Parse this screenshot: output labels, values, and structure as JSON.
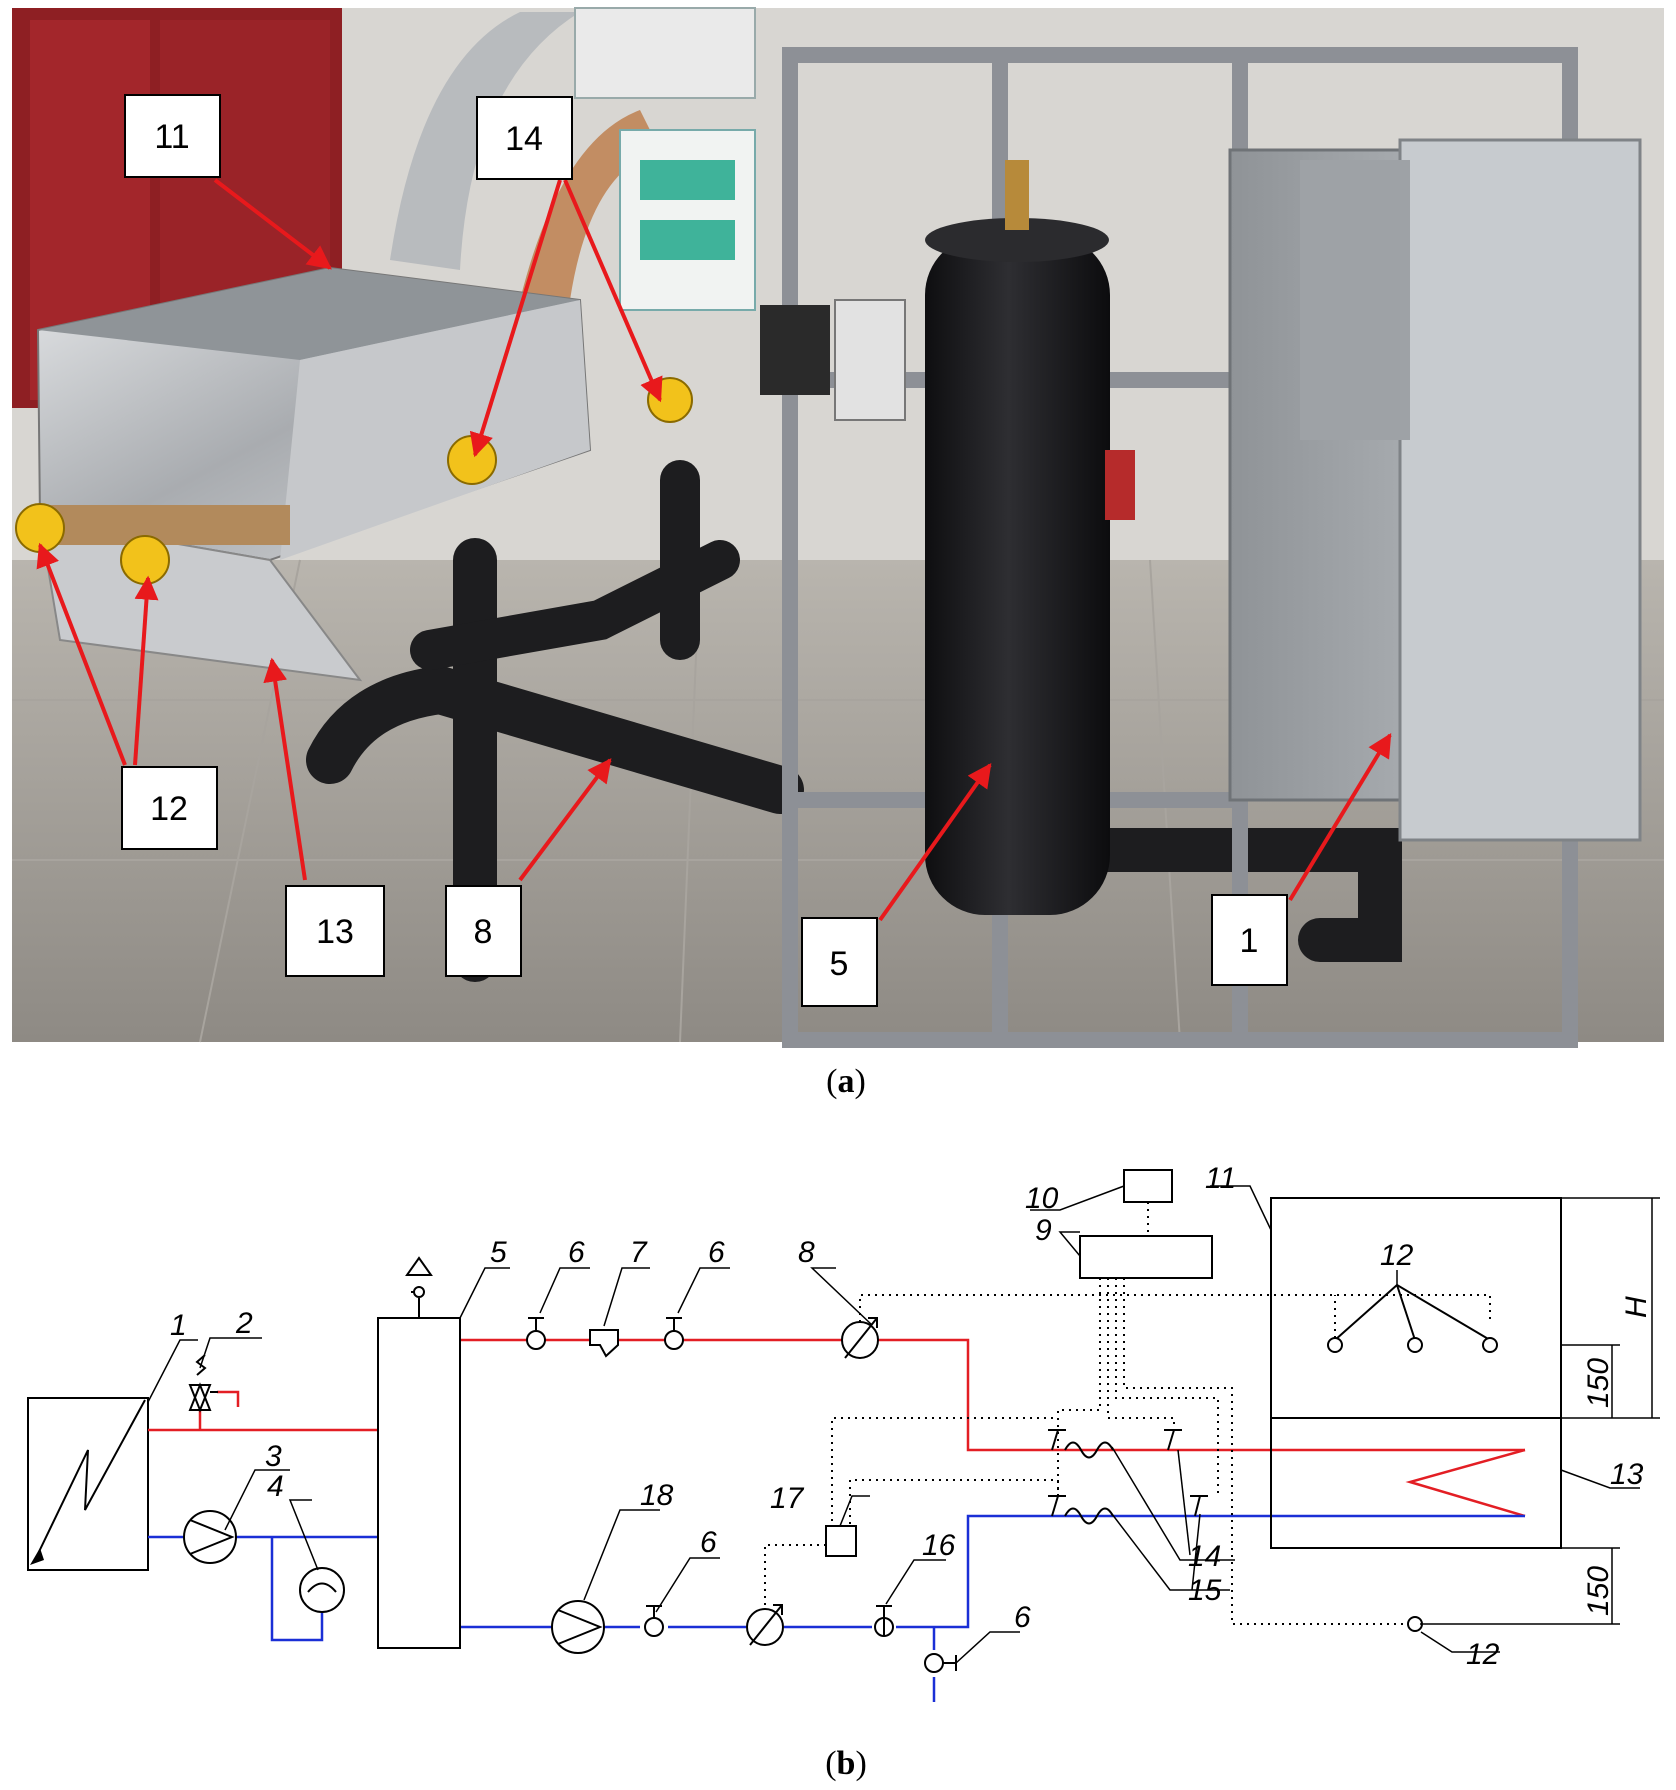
{
  "figure": {
    "panel_a": {
      "caption_open": "(",
      "caption_letter": "a",
      "caption_close": ")",
      "callouts": [
        "11",
        "14",
        "12",
        "13",
        "8",
        "5",
        "1"
      ],
      "colors": {
        "arrow": "#e8191c",
        "label_bg": "#ffffff",
        "floor": "#9a9590",
        "frame": "#8d9096",
        "insulation": "#1d1d1f",
        "foil": "#c9cbce",
        "cabinet": "#9fa3a7",
        "sensor": "#f2c21b"
      }
    },
    "panel_b": {
      "caption_open": "(",
      "caption_letter": "b",
      "caption_close": ")",
      "labels": {
        "l1": "1",
        "l2": "2",
        "l3": "3",
        "l4": "4",
        "l5": "5",
        "l6a": "6",
        "l7": "7",
        "l6b": "6",
        "l8": "8",
        "l9": "9",
        "l10": "10",
        "l11": "11",
        "l12top": "12",
        "l12bot": "12",
        "l13": "13",
        "l14": "14",
        "l15": "15",
        "l16": "16",
        "l17": "17",
        "l18": "18",
        "l6c": "6",
        "l6d": "6",
        "dim_h": "H",
        "dim_150a": "150",
        "dim_150b": "150"
      },
      "colors": {
        "supply": "#e31e24",
        "return": "#1a2fd6",
        "line": "#000000",
        "signal": "#000000"
      }
    }
  }
}
